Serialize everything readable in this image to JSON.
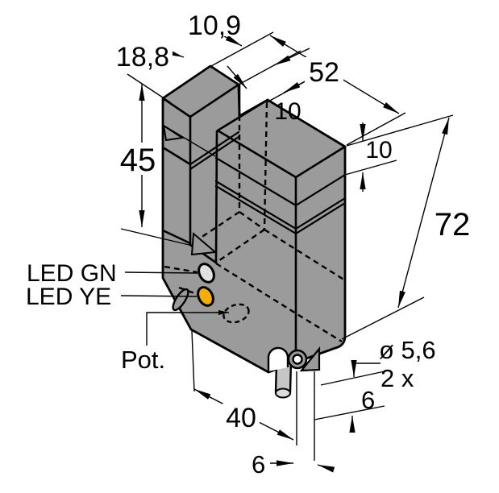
{
  "drawing": {
    "type": "isometric-dimension-drawing",
    "subject": "slot sensor housing with LEDs, potentiometer and mounting holes"
  },
  "dimensions": {
    "prong_thickness": "10,9",
    "housing_width": "18,8",
    "housing_depth": "52",
    "slot_width": "10",
    "head_height": "10",
    "slot_depth": "45",
    "housing_height": "72",
    "mounting_hole_diameter": "ø 5,6",
    "mounting_hole_count": "2 x",
    "flange_thickness": "6",
    "hole_distance_from_front": "40",
    "hole_edge_offset": "6"
  },
  "labels": {
    "led_green": "LED GN",
    "led_yellow": "LED YE",
    "potentiometer": "Pot."
  },
  "colors": {
    "body_gray": "#9b9b9b",
    "led_yellow_fill": "#f5af00",
    "led_green_fill": "#e2e2e2",
    "cable_gray": "#c6c6c6",
    "cable_cap_gray": "#dcdcdc",
    "line_black": "#000000",
    "background": "#ffffff"
  }
}
